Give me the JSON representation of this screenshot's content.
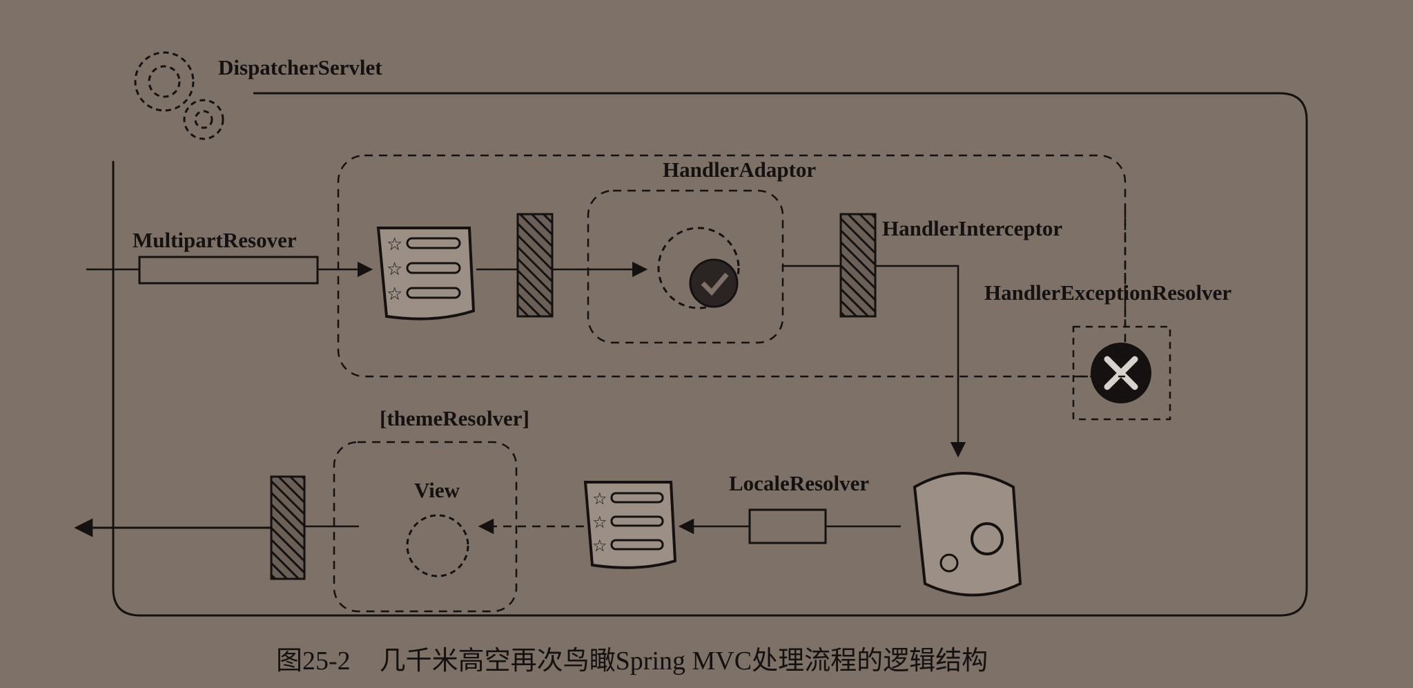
{
  "labels": {
    "dispatcher": "DispatcherServlet",
    "handler_adaptor": "HandlerAdaptor",
    "multipart": "MultipartResover",
    "interceptor": "HandlerInterceptor",
    "exception_resolver": "HandlerExceptionResolver",
    "theme_resolver": "[themeResolver]",
    "view": "View",
    "locale_resolver": "LocaleResolver"
  },
  "caption": {
    "number": "图25-2",
    "text": "几千米高空再次鸟瞰Spring MVC处理流程的逻辑结构"
  },
  "colors": {
    "background": "#7d7168",
    "ink": "#141110"
  }
}
